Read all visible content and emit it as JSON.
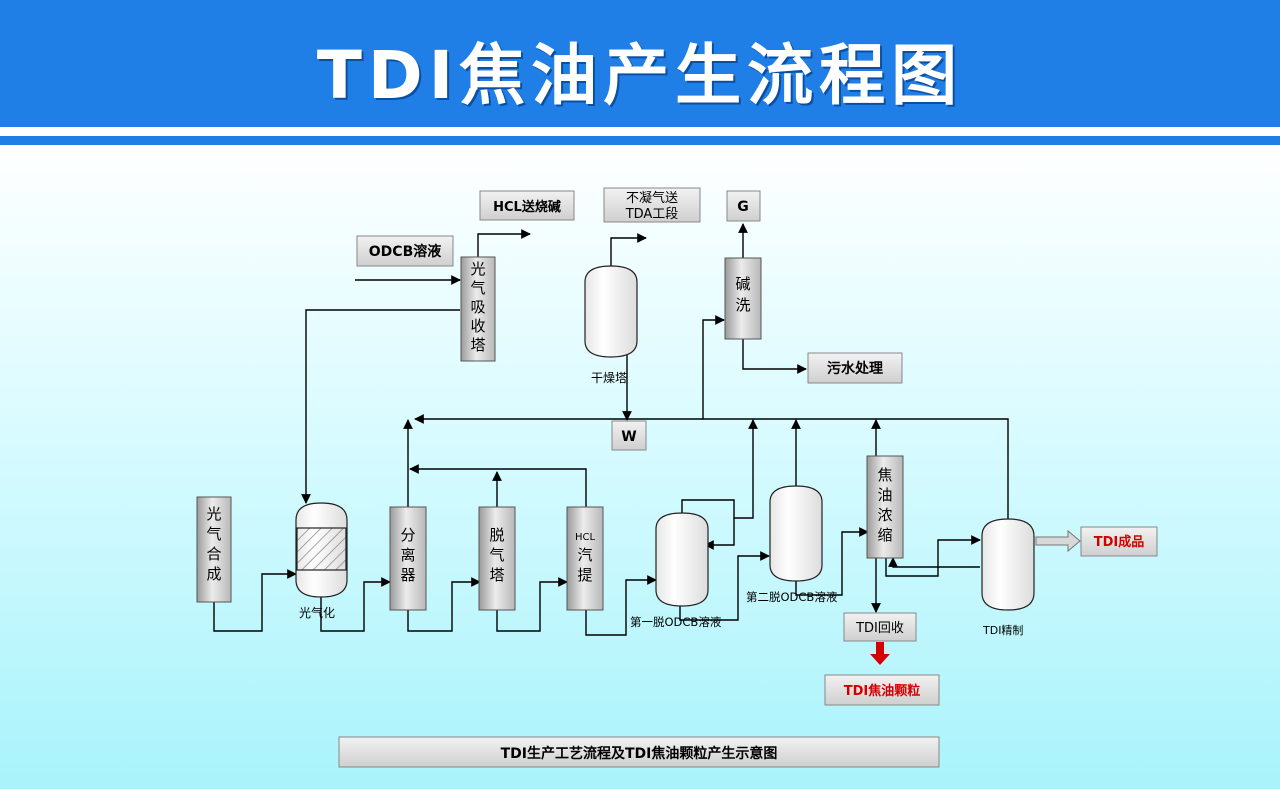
{
  "title": "TDI焦油产生流程图",
  "caption": "TDI生产工艺流程及TDI焦油颗粒产生示意图",
  "inputs": {
    "odcb": "ODCB溶液"
  },
  "outputs": {
    "hcl": "HCL送烧碱",
    "noncondensable_line1": "不凝气送",
    "noncondensable_line2": "TDA工段",
    "g": "G",
    "w": "W",
    "wastewater": "污水处理",
    "tdi_product": "TDI成品",
    "tdi_recovery": "TDI回收",
    "tar_particles": "TDI焦油颗粒"
  },
  "units": {
    "phosgene_synthesis": [
      "光",
      "气",
      "合",
      "成"
    ],
    "absorber": [
      "光",
      "气",
      "吸",
      "收",
      "塔"
    ],
    "separator": [
      "分",
      "离",
      "器"
    ],
    "degassing": [
      "脱",
      "气",
      "塔"
    ],
    "hcl_stripper": [
      "HCL",
      "汽",
      "提"
    ],
    "alkali_wash": [
      "碱",
      "洗"
    ],
    "tar_concentration": [
      "焦",
      "油",
      "浓",
      "缩"
    ]
  },
  "vessel_labels": {
    "phosgenation": "光气化",
    "dryer": "干燥塔",
    "first_odcb": "第一脱ODCB溶液",
    "second_odcb": "第二脱ODCB溶液",
    "tdi_refining": "TDI精制"
  },
  "colors": {
    "header": "#1f7fe6",
    "tar_text": "#d40000",
    "arrow_red": "#d40000"
  }
}
